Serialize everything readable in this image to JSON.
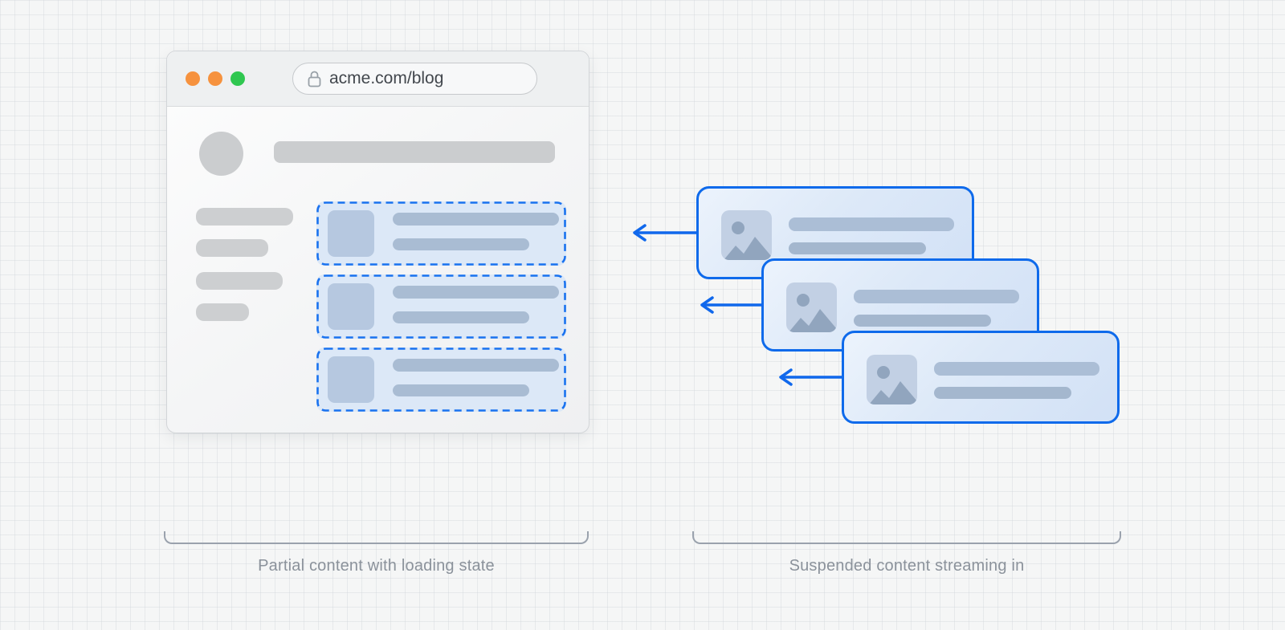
{
  "browser": {
    "url": "acme.com/blog",
    "traffic_light_styles": [
      "background:#f6923e",
      "background:#f6923e",
      "background:#2fc750"
    ],
    "traffic_light_colors": [
      "#f6923e",
      "#f6923e",
      "#2fc750"
    ]
  },
  "captions": {
    "left": "Partial content with loading state",
    "right": "Suspended content streaming in"
  },
  "icons": {
    "lock": "lock-icon",
    "image_placeholder": "image-icon",
    "arrow": "left-arrow-icon"
  },
  "colors": {
    "accent_blue": "#1068ec",
    "dashed_border_blue": "#1a72ef",
    "placeholder_card_bg": "#dce8f7",
    "streaming_card_bg": "#dde9f8",
    "skeleton_gray": "#cdcfd1",
    "skeleton_blue": "#a9bcd3",
    "bracket_gray": "#9aa2ad",
    "caption_gray": "#8b929b"
  },
  "structure": {
    "loading_placeholder_count": 3,
    "streaming_card_count": 3,
    "sidebar_bar_count": 4
  }
}
